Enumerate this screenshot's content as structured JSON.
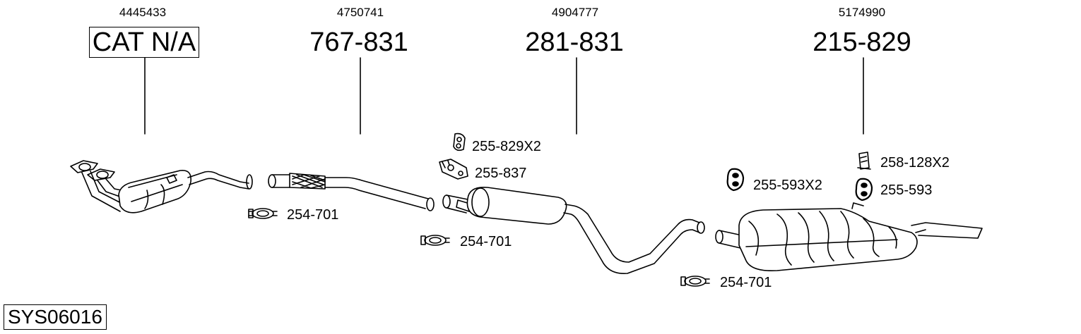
{
  "system_code": "SYS06016",
  "parts": [
    {
      "oem": "4445433",
      "number": "CAT N/A",
      "boxed": true
    },
    {
      "oem": "4750741",
      "number": "767-831",
      "boxed": false
    },
    {
      "oem": "4904777",
      "number": "281-831",
      "boxed": false
    },
    {
      "oem": "5174990",
      "number": "215-829",
      "boxed": false
    }
  ],
  "accessories": [
    {
      "label": "254-701",
      "icon": "clamp-icon"
    },
    {
      "label": "255-829X2",
      "icon": "rubber-hanger-icon"
    },
    {
      "label": "255-837",
      "icon": "mounting-bracket-icon"
    },
    {
      "label": "254-701",
      "icon": "clamp-icon"
    },
    {
      "label": "255-593X2",
      "icon": "rubber-ring-icon"
    },
    {
      "label": "258-128X2",
      "icon": "hanger-bracket-icon"
    },
    {
      "label": "255-593",
      "icon": "rubber-ring-icon"
    },
    {
      "label": "254-701",
      "icon": "clamp-icon"
    }
  ]
}
